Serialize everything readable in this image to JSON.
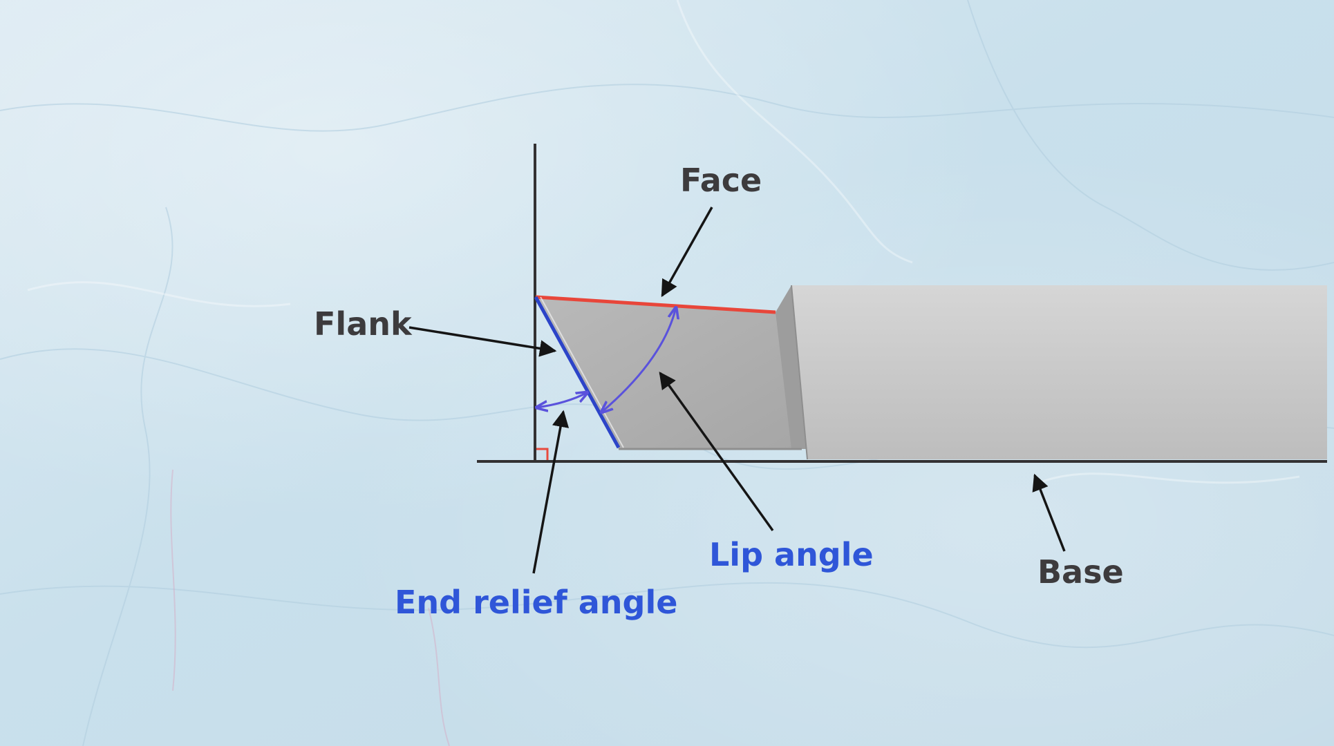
{
  "colors": {
    "background": "#cfe3ee",
    "ink": "#333132",
    "face_edge": "#e8463a",
    "flank_edge": "#2c44c8",
    "angle_arc": "#5a52dc",
    "tool_light": "#cfcfcf",
    "tool_mid": "#a9a9a9",
    "right_angle_marker": "#e84a3d",
    "label_dark": "#3d3b3d",
    "label_blue": "#2f56d8"
  },
  "labels": {
    "face": "Face",
    "flank": "Flank",
    "lip_angle": "Lip angle",
    "end_relief_angle": "End relief angle",
    "base": "Base"
  }
}
